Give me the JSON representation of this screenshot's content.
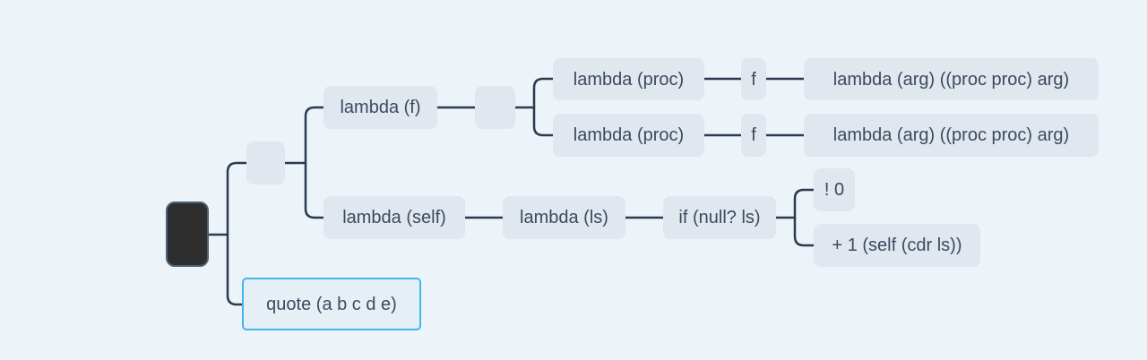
{
  "colors": {
    "background": "#ecf3f9",
    "node_fill": "#e0e7ef",
    "connector": "#2b3a4f",
    "root_fill": "#2e2e2e",
    "selection": "#3bb9ea",
    "text": "#3c4a5e"
  },
  "nodes": {
    "root": "",
    "group": "",
    "lambda_f": "lambda (f)",
    "lambda_f_child": "",
    "lambda_proc_1": "lambda (proc)",
    "f_1": "f",
    "lambda_arg_1": "lambda (arg) ((proc proc) arg)",
    "lambda_proc_2": "lambda (proc)",
    "f_2": "f",
    "lambda_arg_2": "lambda (arg) ((proc proc) arg)",
    "lambda_self": "lambda (self)",
    "lambda_ls": "lambda (ls)",
    "if_null": "if (null? ls)",
    "zero": "! 0",
    "plus_one": "+ 1 (self (cdr ls))",
    "quote": "quote (a b c d e)"
  }
}
